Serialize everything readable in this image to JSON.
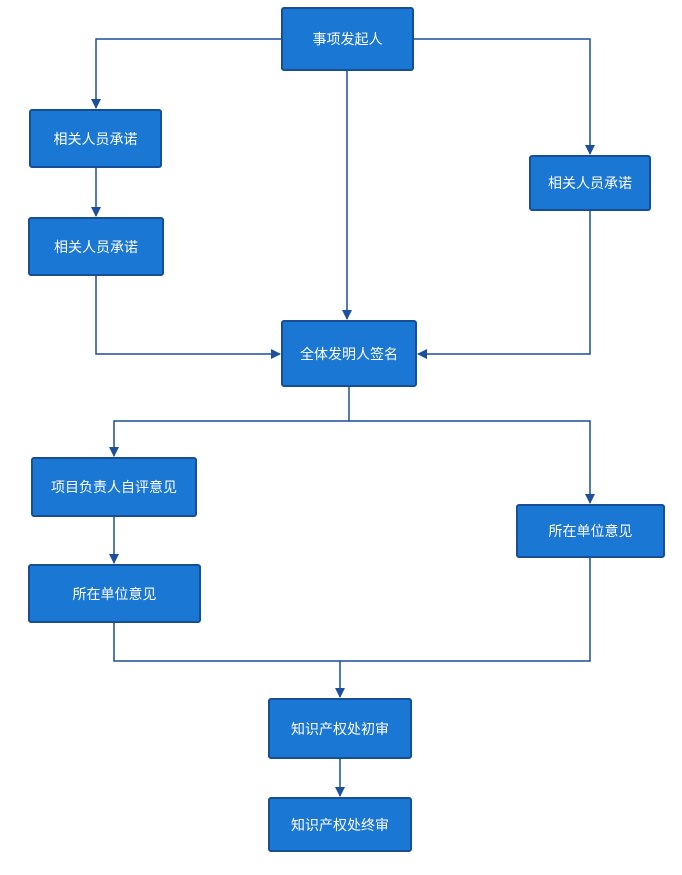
{
  "nodes": {
    "initiator": "事项发起人",
    "commit_left_1": "相关人员承诺",
    "commit_left_2": "相关人员承诺",
    "commit_right": "相关人员承诺",
    "all_inventors_sign": "全体发明人签名",
    "leader_self_review": "项目负责人自评意见",
    "unit_opinion_left": "所在单位意见",
    "unit_opinion_right": "所在单位意见",
    "ip_first_review": "知识产权处初审",
    "ip_final_review": "知识产权处终审"
  },
  "colors": {
    "node_fill": "#1a77d4",
    "node_border": "#164f96",
    "node_text": "#ffffff",
    "connector": "#1c4f9c"
  },
  "edges": [
    [
      "initiator",
      "commit_left_1"
    ],
    [
      "initiator",
      "all_inventors_sign"
    ],
    [
      "initiator",
      "commit_right"
    ],
    [
      "commit_left_1",
      "commit_left_2"
    ],
    [
      "commit_left_2",
      "all_inventors_sign"
    ],
    [
      "commit_right",
      "all_inventors_sign"
    ],
    [
      "all_inventors_sign",
      "leader_self_review"
    ],
    [
      "all_inventors_sign",
      "unit_opinion_right"
    ],
    [
      "leader_self_review",
      "unit_opinion_left"
    ],
    [
      "unit_opinion_left",
      "ip_first_review"
    ],
    [
      "unit_opinion_right",
      "ip_first_review"
    ],
    [
      "ip_first_review",
      "ip_final_review"
    ]
  ]
}
